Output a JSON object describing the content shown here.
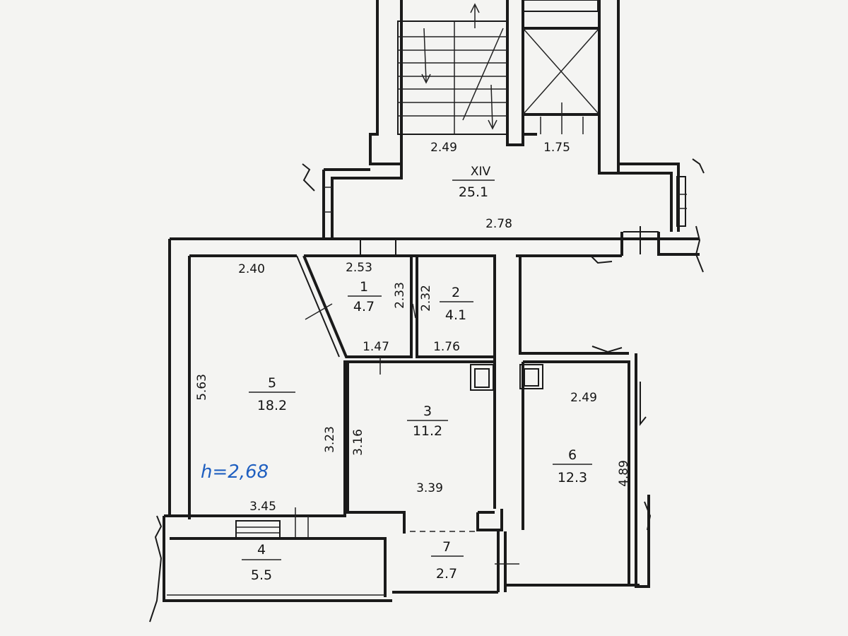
{
  "hallway": {
    "id": "XIV",
    "area": "25.1"
  },
  "rooms": [
    {
      "id": "1",
      "area": "4.7"
    },
    {
      "id": "2",
      "area": "4.1"
    },
    {
      "id": "3",
      "area": "11.2"
    },
    {
      "id": "4",
      "area": "5.5"
    },
    {
      "id": "5",
      "area": "18.2"
    },
    {
      "id": "6",
      "area": "12.3"
    },
    {
      "id": "7",
      "area": "2.7"
    }
  ],
  "dimensions": {
    "stair_width": "2.49",
    "elevator_width": "1.75",
    "hall_length": "2.78",
    "room5_width": "2.40",
    "room5_length": "5.63",
    "room5_inner": "3.23",
    "room5_bottom": "3.45",
    "room1_top": "2.53",
    "room1_side": "2.33",
    "room1_bottom": "1.47",
    "room2_side": "2.32",
    "room2_bottom": "1.76",
    "room3_side": "3.16",
    "room3_width": "3.39",
    "room6_width": "2.49",
    "room6_length": "4.89"
  },
  "ceiling_height": "h=2,68"
}
